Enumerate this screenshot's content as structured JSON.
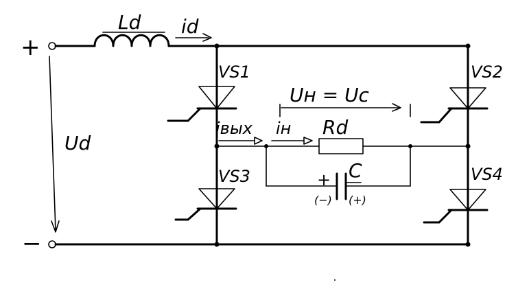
{
  "labels": {
    "plus": "+",
    "minus": "−",
    "Ld": "Ld",
    "id": "id",
    "Ud": "Ud",
    "vs1": "VS1",
    "vs2": "VS2",
    "vs3": "VS3",
    "vs4": "VS4",
    "un_uc": "Uн = Uc",
    "ivyh": "iвых",
    "in": "iн",
    "rd": "Rd",
    "c": "C",
    "cap_plus": "+",
    "cap_left_pol": "(−)",
    "cap_right_pol": "(+)"
  }
}
